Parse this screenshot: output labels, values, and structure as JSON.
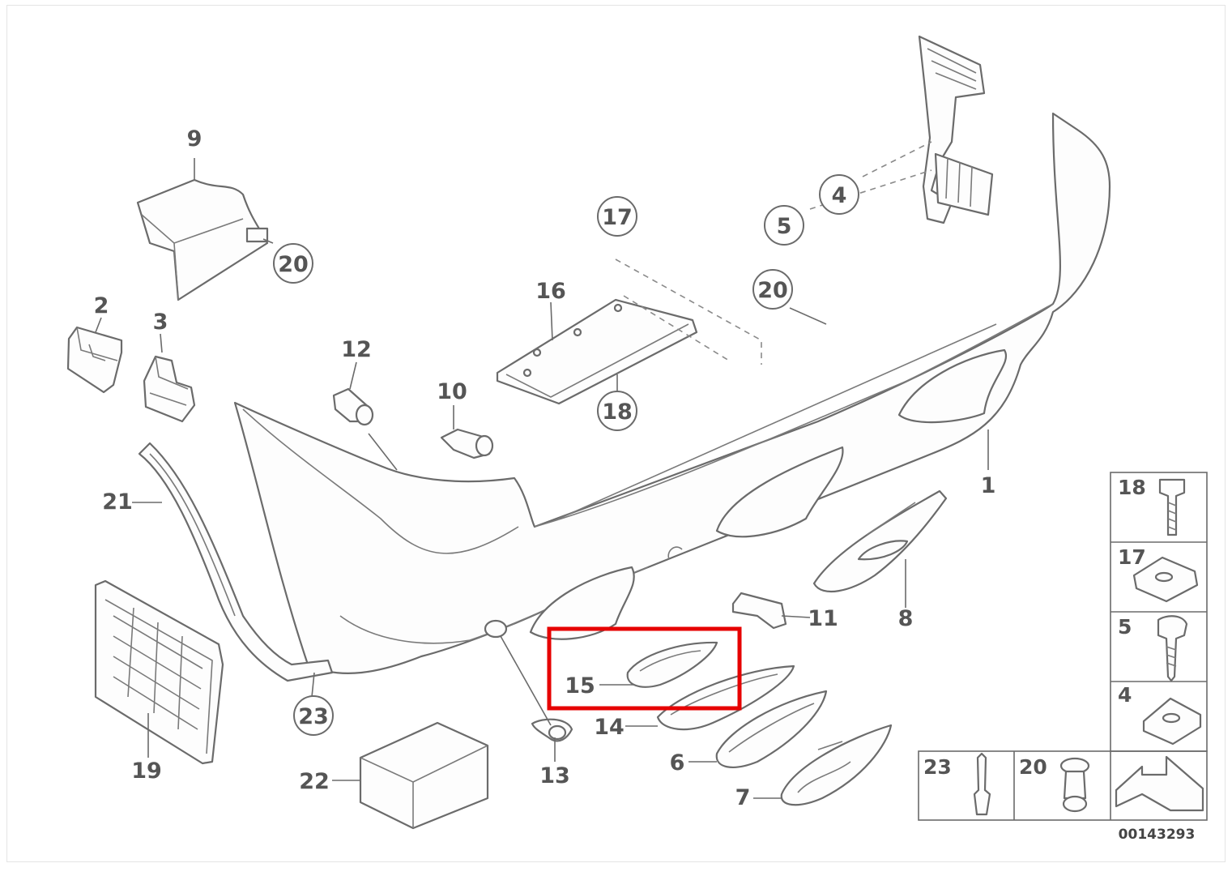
{
  "diagram": {
    "reference_number": "00143293",
    "highlight_color": "#e60000",
    "line_color": "#6b6b6b",
    "highlighted_part": "15",
    "labels": {
      "p1": "1",
      "p2": "2",
      "p3": "3",
      "p4": "4",
      "p5": "5",
      "p6": "6",
      "p7": "7",
      "p8": "8",
      "p9": "9",
      "p10": "10",
      "p11": "11",
      "p12": "12",
      "p13": "13",
      "p14": "14",
      "p15": "15",
      "p16": "16",
      "p17": "17",
      "p18": "18",
      "p19": "19",
      "p20": "20",
      "p21": "21",
      "p22": "22",
      "p23": "23"
    },
    "callouts": {
      "c4": "4",
      "c5": "5",
      "c17": "17",
      "c18": "18",
      "c20_top": "20",
      "c20_mid": "20",
      "c23": "23"
    },
    "legend": {
      "right_column": [
        "18",
        "17",
        "5",
        "4"
      ],
      "bottom_row": [
        "23",
        "20"
      ]
    }
  }
}
